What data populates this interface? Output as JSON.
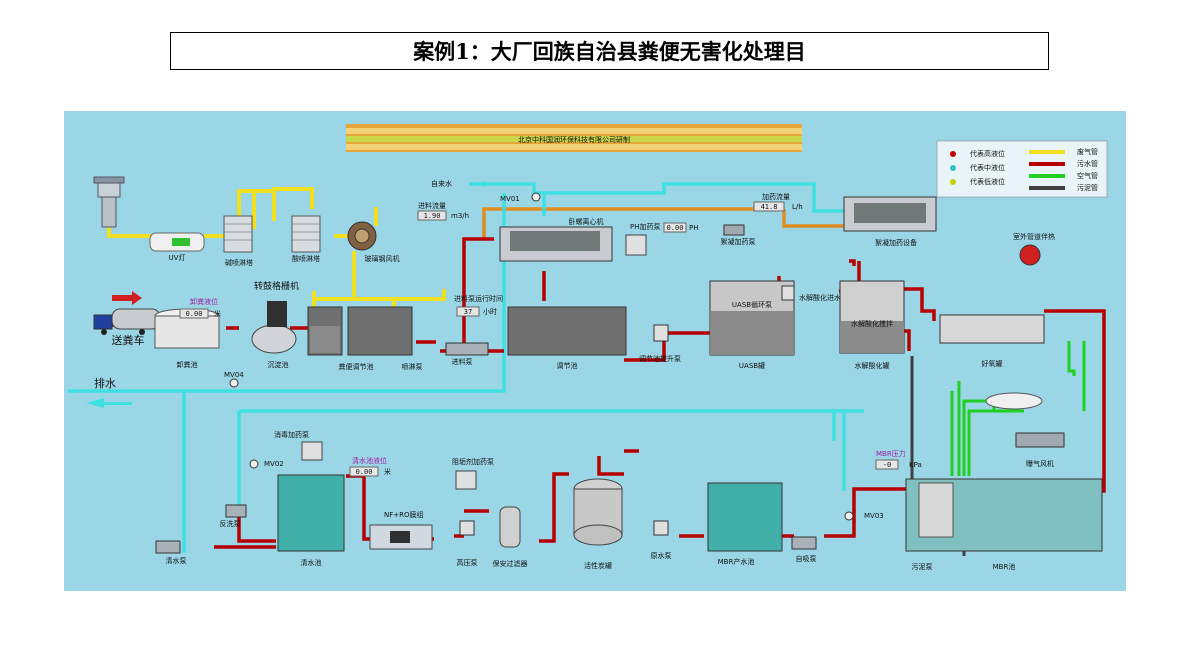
{
  "title": "案例1：大厂回族自治县粪便无害化处理目",
  "banner": "北京中科国润环保科技有限公司研制",
  "legend": {
    "levels": [
      {
        "label": "代表高液位",
        "color": "#c00000"
      },
      {
        "label": "代表中液位",
        "color": "#30c0c0"
      },
      {
        "label": "代表低液位",
        "color": "#c8d000"
      }
    ],
    "pipes": [
      {
        "label": "废气管",
        "color": "#f0e020"
      },
      {
        "label": "污水管",
        "color": "#b80000"
      },
      {
        "label": "空气管",
        "color": "#20d020"
      },
      {
        "label": "污泥管",
        "color": "#404040"
      }
    ]
  },
  "units": {
    "uv_lamp": "UV灯",
    "alkali_tower": "碱喷淋塔",
    "acid_tower": "酸喷淋塔",
    "glass_fan": "玻璃钢风机",
    "screen": "转鼓格栅机",
    "truck": "送粪车",
    "unload_pool": "卸粪池",
    "settling": "沉淀池",
    "regulation": "粪便调节池",
    "spray_pump": "喷淋泵",
    "feed_pump": "进料泵",
    "adjust_pool": "调节池",
    "lift_pump": "调节池提升泵",
    "centrifuge": "卧螺离心机",
    "ph_dosing": "PH加药泵",
    "flocc_pump": "絮凝加药泵",
    "flocc_equip": "絮凝加药设备",
    "uasb_circ": "UASB循环泵",
    "hydro_in_pump": "水解酸化进水泵",
    "uasb": "UASB罐",
    "hydro_mixer": "水解酸化搅拌",
    "hydro_tank": "水解酸化罐",
    "aerobic": "好氧罐",
    "outdoor_heat": "室外管道伴热",
    "blower": "曝气风机",
    "sludge_pump": "污泥泵",
    "mbr_pool": "MBR池",
    "suction_pump": "自吸泵",
    "mbr_product": "MBR产水池",
    "raw_pump": "原水泵",
    "carbon_tank": "活性炭罐",
    "security_filter": "保安过滤器",
    "hp_pump": "高压泵",
    "antiscal": "阻垢剂加药泵",
    "nf_ro": "NF+RO膜组",
    "clean_pool": "清水池",
    "disinfect": "消毒加药泵",
    "backwash": "反洗泵",
    "clean_pump": "清水泵",
    "tap_water": "自来水",
    "drain": "排水"
  },
  "readouts": {
    "unload_level_label": "卸粪液位",
    "unload_level_value": "0.00",
    "unload_level_unit": "米",
    "feed_flow_label": "进料流量",
    "feed_flow_value": "1.90",
    "feed_flow_unit": "m3/h",
    "feed_time_label": "进料泵运行时间",
    "feed_time_value": "37",
    "feed_time_unit": "小时",
    "ph_value": "0.00",
    "ph_unit": "PH",
    "dose_flow_label": "加药流量",
    "dose_flow_value": "41.8",
    "dose_flow_unit": "L/h",
    "clean_level_label": "清水池液位",
    "clean_level_value": "0.00",
    "clean_level_unit": "米",
    "mbr_pressure_label": "MBR压力",
    "mbr_pressure_value": "-0",
    "mbr_pressure_unit": "KPa"
  },
  "valves": {
    "mv01": "MV01",
    "mv02": "MV02",
    "mv03": "MV03",
    "mv04": "MV04"
  }
}
